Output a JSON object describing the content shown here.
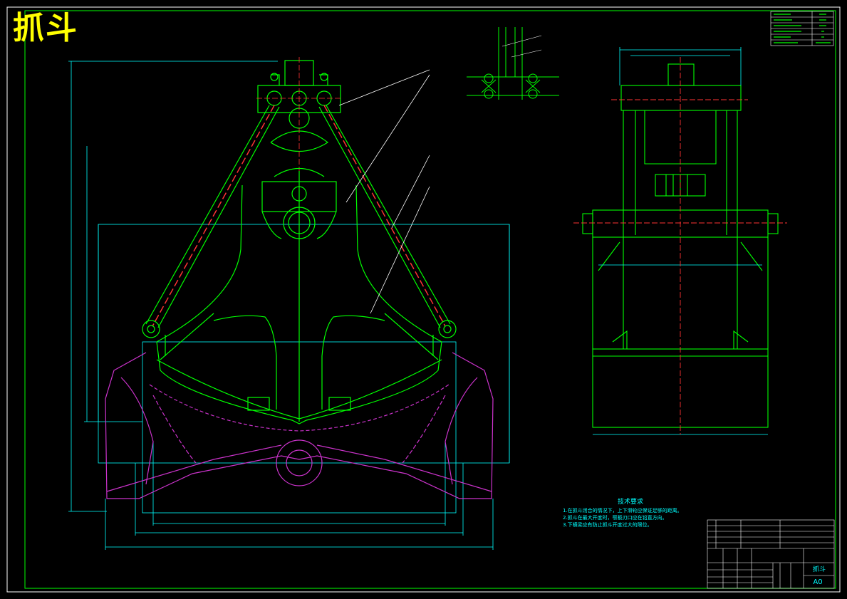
{
  "drawing": {
    "title_stamp": "抓斗",
    "colors": {
      "background": "#000000",
      "frame": "#00ff00",
      "body": "#00ff00",
      "dimension": "#00ffff",
      "opened_jaw": "#cc33cc",
      "center_line": "#ff3333",
      "leader": "#ffffff",
      "title_text": "#ffff00"
    }
  },
  "technical_requirements": {
    "heading": "技术要求",
    "items": [
      "1.在抓斗闭合的情况下，上下滑轮应保证足够的距离。",
      "2.抓斗在最大开度时，颚板刃口应在铅直方向。",
      "3.下横梁应有防止抓斗开度过大的限位。"
    ]
  },
  "title_block": {
    "part_name": "抓斗",
    "sheet_size": "A0"
  }
}
